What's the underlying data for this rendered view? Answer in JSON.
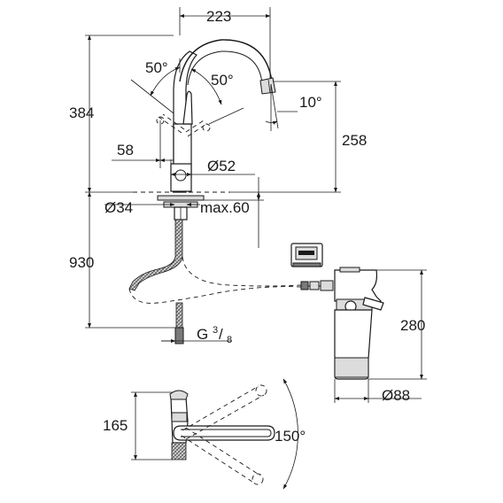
{
  "dimensions": {
    "spout_reach": "223",
    "total_height": "384",
    "spout_height": "258",
    "handle_offset": "58",
    "base_diameter": "Ø52",
    "hole_diameter": "Ø34",
    "deck_thickness": "max.60",
    "hose_length": "930",
    "thread_main": "G",
    "thread_num": "3",
    "thread_den": "8",
    "filter_height": "280",
    "filter_diameter": "Ø88",
    "side_height": "165"
  },
  "angles": {
    "lever_back": "50°",
    "lever_front": "50°",
    "spout_tilt": "10°",
    "swivel_range": "150°"
  },
  "colors": {
    "ink": "#1a1a1a",
    "hose_fill": "#bdbdbd",
    "part_fill": "#dcdcdc"
  }
}
